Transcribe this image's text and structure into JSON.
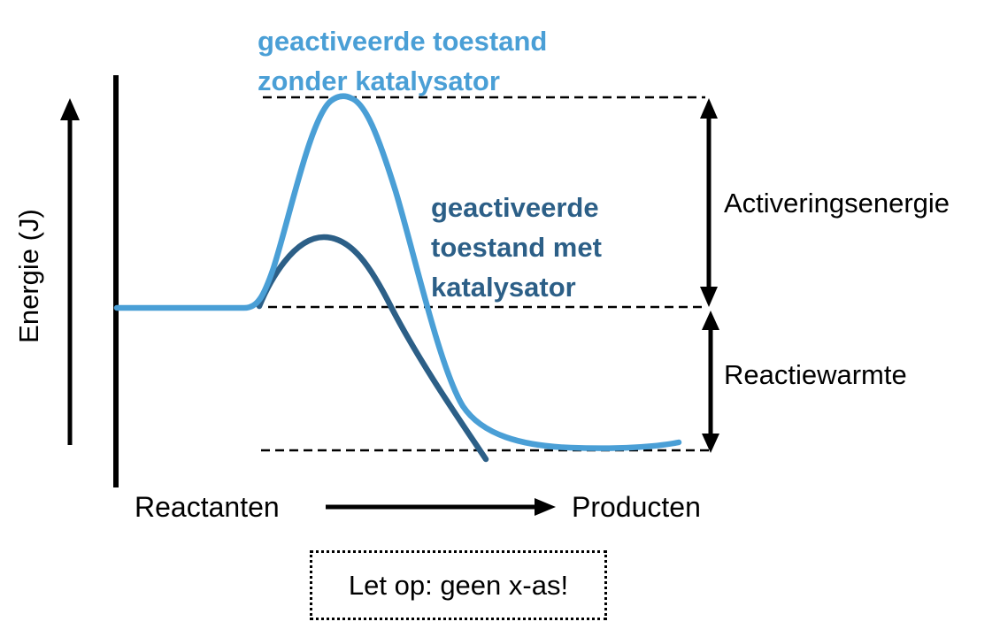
{
  "y_axis": {
    "label": "Energie (J)"
  },
  "curves": {
    "without_catalyst": {
      "label": "geactiveerde toestand\nzonder katalysator",
      "color": "#4A9FD6",
      "peak": "high"
    },
    "with_catalyst": {
      "label": "geactiveerde\ntoestand met\nkatalysator",
      "color": "#2C5F87",
      "peak": "low"
    }
  },
  "annotations": {
    "activation_energy": {
      "label": "Activeringsenergie"
    },
    "reaction_heat": {
      "label": "Reactiewarmte"
    }
  },
  "x_labels": {
    "reactants": "Reactanten",
    "products": "Producten"
  },
  "note": {
    "text": "Let op: geen x-as!"
  },
  "colors": {
    "curve_light_blue": "#4A9FD6",
    "curve_dark_blue": "#2C5F87",
    "ink": "#000000"
  }
}
